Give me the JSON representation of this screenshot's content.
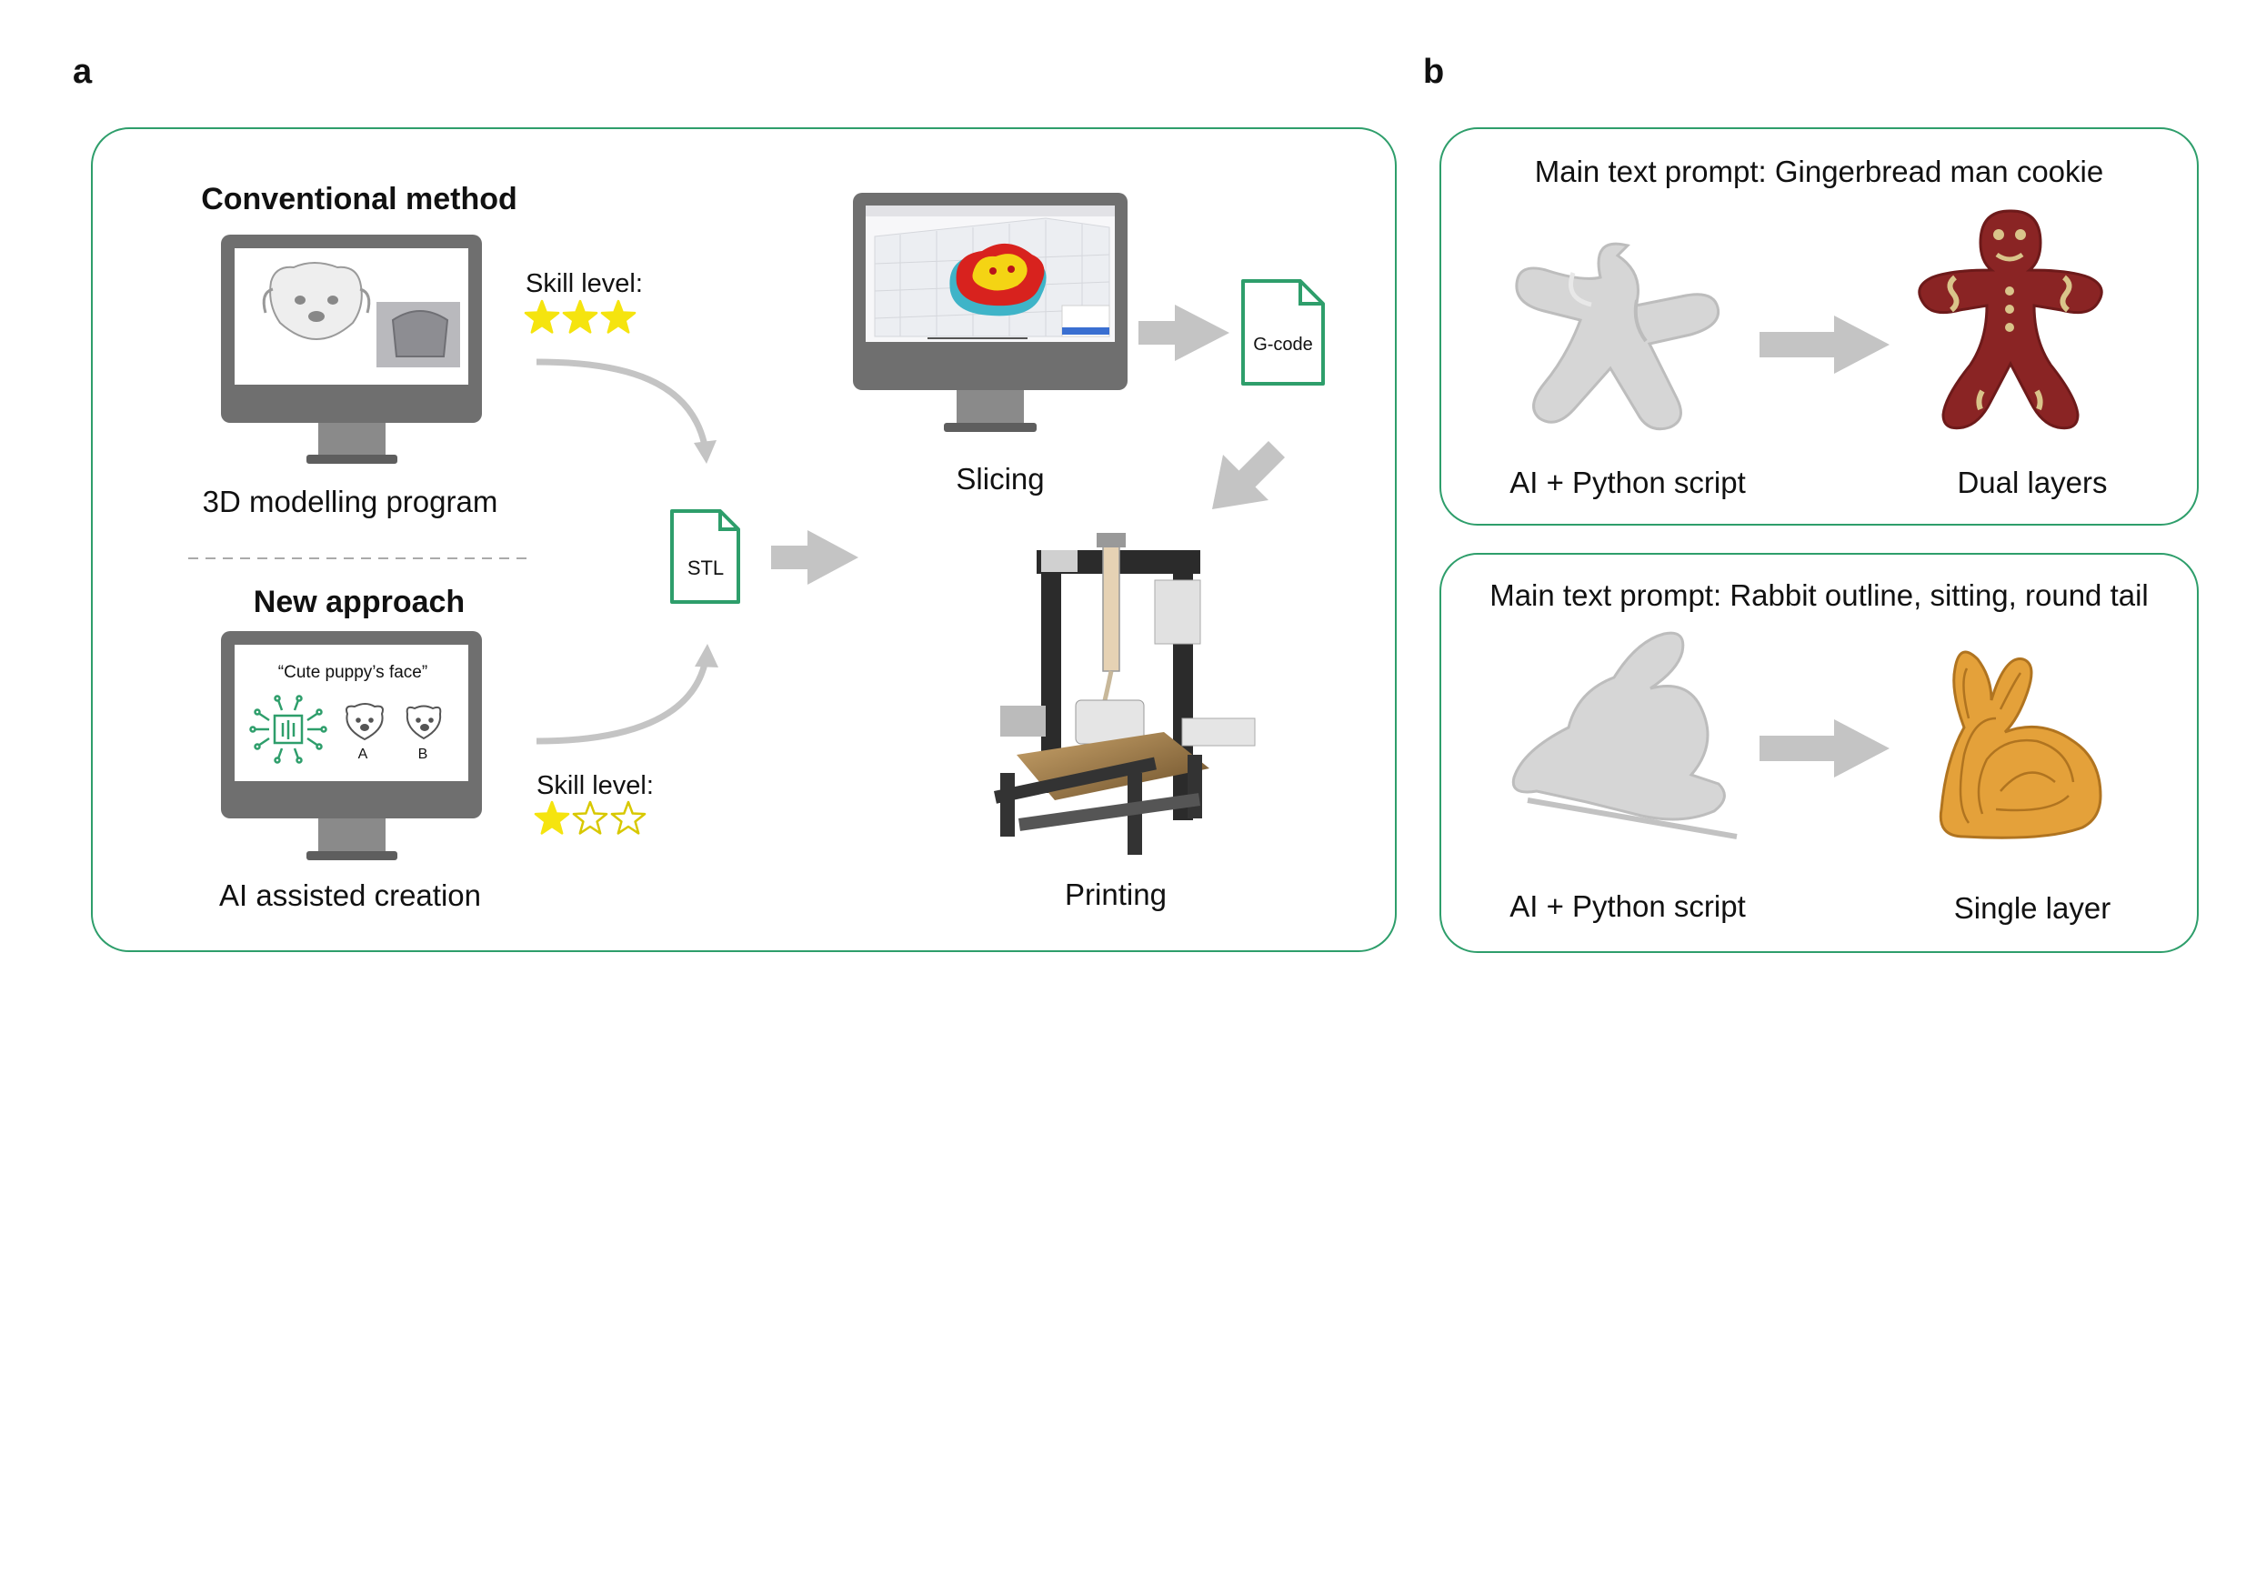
{
  "panel_a": {
    "letter": "a",
    "conventional_title": "Conventional method",
    "modelling_label": "3D modelling program",
    "skill_label_1": "Skill level:",
    "skill_1_stars_filled": 3,
    "new_title": "New approach",
    "ai_label": "AI assisted creation",
    "skill_label_2": "Skill level:",
    "skill_2_stars_filled": 1,
    "ai_prompt": "“Cute puppy’s face”",
    "option_a": "A",
    "option_b": "B",
    "stl_label": "STL",
    "gcode_label": "G-code",
    "slicing_label": "Slicing",
    "printing_label": "Printing",
    "star_color": "#f5e40f",
    "accent_color": "#2e9e6b"
  },
  "panel_b": {
    "letter": "b",
    "top": {
      "prompt": "Main text prompt: Gingerbread man cookie",
      "left_label": "AI + Python script",
      "right_label": "Dual layers"
    },
    "bottom": {
      "prompt": "Main text prompt: Rabbit outline, sitting, round tail",
      "left_label": "AI + Python script",
      "right_label": "Single layer"
    }
  }
}
